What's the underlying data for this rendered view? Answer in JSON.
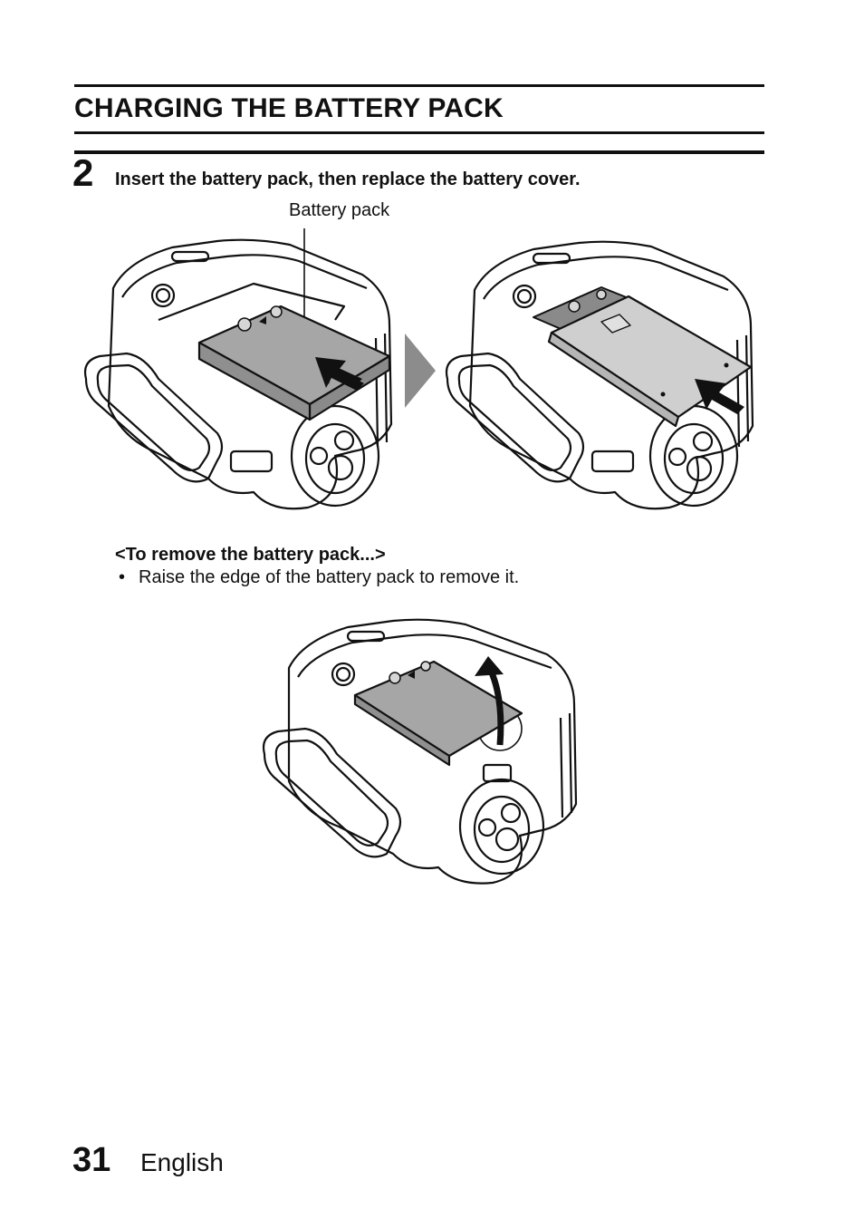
{
  "header": {
    "title": "CHARGING THE BATTERY PACK"
  },
  "step": {
    "number": "2",
    "instruction": "Insert the battery pack, then replace the battery cover."
  },
  "figure1": {
    "callout": "Battery pack"
  },
  "removal": {
    "heading": "<To remove the battery pack...>",
    "bullet": "Raise the edge of the battery pack to remove it."
  },
  "footer": {
    "page_number": "31",
    "language": "English"
  }
}
